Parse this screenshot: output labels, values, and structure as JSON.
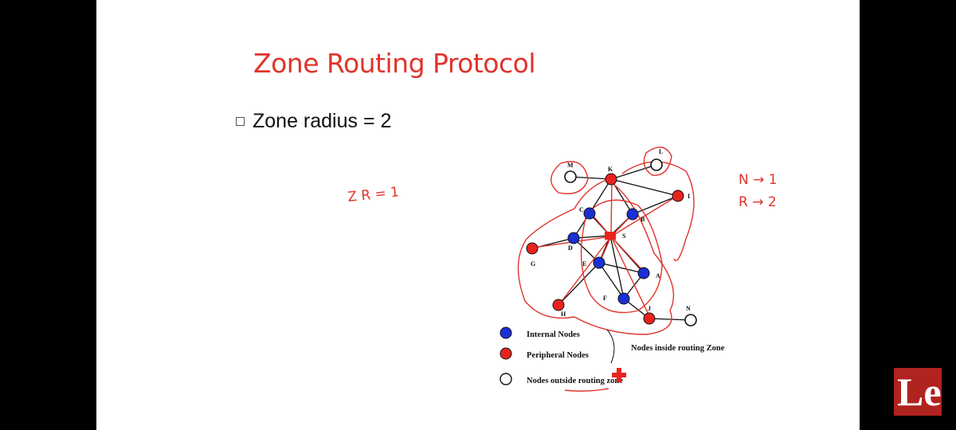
{
  "slide": {
    "title": "Zone Routing Protocol",
    "bullet": "Zone radius = 2"
  },
  "diagram": {
    "colors": {
      "internal": "#1a2fd6",
      "peripheral": "#e8231e",
      "outside": "#ffffff",
      "annotation": "#e0342c"
    },
    "nodes": [
      {
        "id": "M",
        "type": "outside"
      },
      {
        "id": "K",
        "type": "peripheral"
      },
      {
        "id": "L",
        "type": "outside"
      },
      {
        "id": "I",
        "type": "peripheral"
      },
      {
        "id": "C",
        "type": "internal"
      },
      {
        "id": "B",
        "type": "internal"
      },
      {
        "id": "S",
        "type": "source"
      },
      {
        "id": "D",
        "type": "internal"
      },
      {
        "id": "G",
        "type": "peripheral"
      },
      {
        "id": "E",
        "type": "internal"
      },
      {
        "id": "A",
        "type": "internal"
      },
      {
        "id": "H",
        "type": "peripheral"
      },
      {
        "id": "F",
        "type": "internal"
      },
      {
        "id": "J",
        "type": "peripheral"
      },
      {
        "id": "N",
        "type": "outside"
      }
    ],
    "edges": [
      [
        "M",
        "K"
      ],
      [
        "K",
        "C"
      ],
      [
        "K",
        "L"
      ],
      [
        "K",
        "I"
      ],
      [
        "K",
        "B"
      ],
      [
        "B",
        "I"
      ],
      [
        "S",
        "C"
      ],
      [
        "S",
        "B"
      ],
      [
        "S",
        "D"
      ],
      [
        "S",
        "E"
      ],
      [
        "S",
        "A"
      ],
      [
        "S",
        "F"
      ],
      [
        "C",
        "D"
      ],
      [
        "D",
        "G"
      ],
      [
        "D",
        "E"
      ],
      [
        "E",
        "H"
      ],
      [
        "E",
        "F"
      ],
      [
        "E",
        "A"
      ],
      [
        "A",
        "F"
      ],
      [
        "F",
        "J"
      ],
      [
        "J",
        "N"
      ]
    ],
    "legend": {
      "internal": "Internal Nodes",
      "peripheral": "Peripheral Nodes",
      "outside": "Nodes outside routing zone",
      "group_label": "Nodes inside routing Zone"
    },
    "annotations": {
      "left": "Z R = 1",
      "right_line1": "N → 1",
      "right_line2": "R → 2"
    }
  },
  "watermark": {
    "logo_text": "Le"
  }
}
